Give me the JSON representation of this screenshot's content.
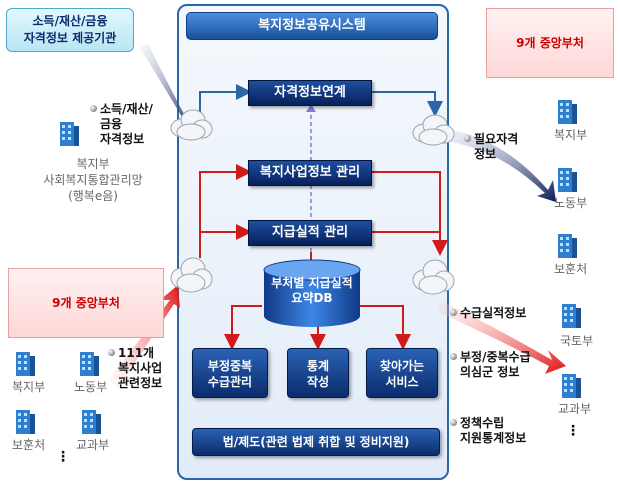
{
  "system_title": "복지정보공유시스템",
  "boxes": {
    "qualification_link": "자격정보연계",
    "welfare_program_mgmt": "복지사업정보 관리",
    "payment_record_mgmt": "지급실적 관리",
    "summary_db": [
      "부처별 지급실적",
      "요약DB"
    ],
    "fraud_mgmt": [
      "부정중복",
      "수급관리"
    ],
    "statistics": [
      "통계",
      "작성"
    ],
    "outreach": [
      "찾아가는",
      "서비스"
    ],
    "law_system": "법/제도(관련 법제 취합 및 정비지원)"
  },
  "top_left_box": [
    "소득/재산/금융",
    "자격정보 제공기관"
  ],
  "top_left_bullet": [
    "소득/재산/",
    "금융",
    "자격정보"
  ],
  "left_network": [
    "복지부",
    "사회복지통합관리망",
    "(행복e음)"
  ],
  "top_right_box": "9개 중앙부처",
  "right_bullet_top": [
    "필요자격",
    "정보"
  ],
  "right_ministries": [
    "복지부",
    "노동부",
    "보훈처",
    "국토부",
    "교과부"
  ],
  "mid_left_box": "9개 중앙부처",
  "left_bullet_bottom": [
    "111개",
    "복지사업",
    "관련정보"
  ],
  "left_ministries": [
    "복지부",
    "노동부",
    "보훈처",
    "교과부"
  ],
  "right_bullets": {
    "b1": [
      "수급실적정보"
    ],
    "b2": [
      "부정/중복수급",
      "의심군 정보"
    ],
    "b3": [
      "정책수립",
      "지원통계정보"
    ]
  },
  "ellipsis": "⋮",
  "colors": {
    "navy": "#0b2c6c",
    "red_line": "#d11a1a",
    "blue_line": "#2a66a8",
    "panel_border": "#2a66a8"
  }
}
